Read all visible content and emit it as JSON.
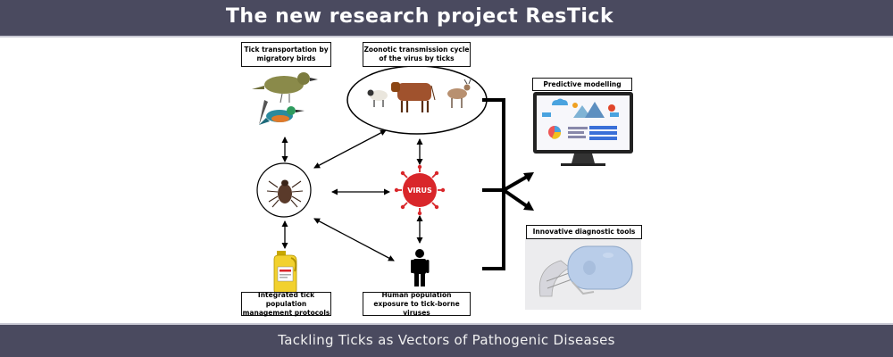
{
  "header": {
    "title": "The new research project ResTick"
  },
  "footer": {
    "subtitle": "Tackling Ticks as Vectors of Pathogenic Diseases"
  },
  "diagram": {
    "boxes": {
      "birds": "Tick transportation by migratory birds",
      "zoonotic": "Zoonotic transmission cycle of the virus by ticks",
      "modelling": "Predictive modelling",
      "diagnostics": "Innovative diagnostic tools",
      "management": "Integrated tick population management protocols",
      "human": "Human population exposure to tick-borne viruses"
    },
    "virus_label": "VIRUS"
  }
}
